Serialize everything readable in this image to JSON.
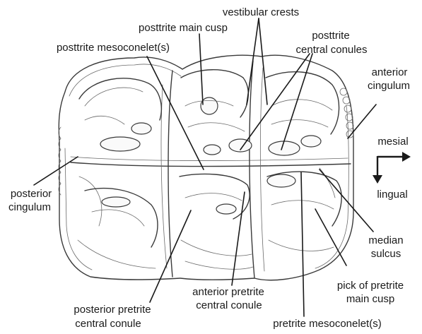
{
  "labels": {
    "vestibular_crests": "vestibular crests",
    "posttrite_main_cusp": "posttrite main cusp",
    "posttrite_mesoconelets": "posttrite mesoconelet(s)",
    "posttrite_central_conules_1": "posttrite",
    "posttrite_central_conules_2": "central conules",
    "anterior_cingulum_1": "anterior",
    "anterior_cingulum_2": "cingulum",
    "posterior_cingulum_1": "posterior",
    "posterior_cingulum_2": "cingulum",
    "median_sulcus_1": "median",
    "median_sulcus_2": "sulcus",
    "pick_pretrite_1": "pick of pretrite",
    "pick_pretrite_2": "main cusp",
    "anterior_pretrite_1": "anterior pretrite",
    "anterior_pretrite_2": "central conule",
    "posterior_pretrite_1": "posterior pretrite",
    "posterior_pretrite_2": "central conule",
    "pretrite_mesoconelets": "pretrite mesoconelet(s)"
  },
  "orientation": {
    "mesial": "mesial",
    "lingual": "lingual"
  }
}
